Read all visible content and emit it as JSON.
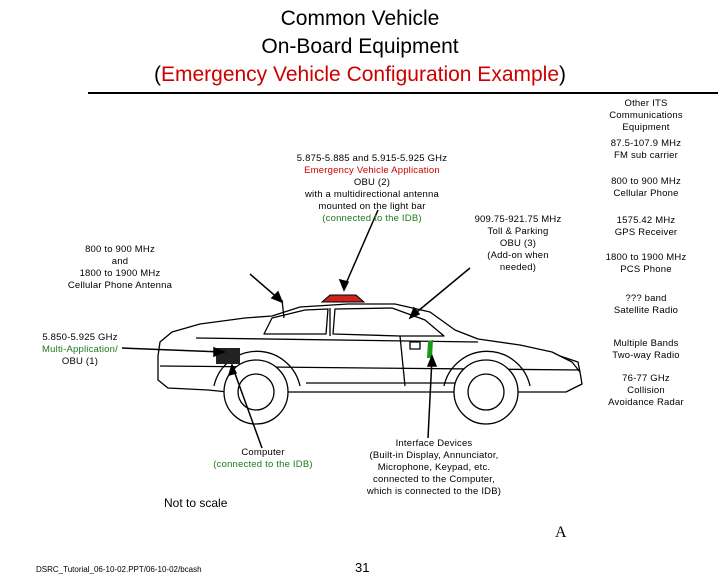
{
  "title": {
    "line1": "Common Vehicle",
    "line2": "On-Board Equipment",
    "line3_open": "(",
    "line3_red": "Emergency Vehicle Configuration Example",
    "line3_close": ")"
  },
  "center_labels": {
    "dsrc_freq": "5.875-5.885 and 5.915-5.925 GHz",
    "dsrc_app": "Emergency Vehicle Application",
    "dsrc_obu": "OBU (2)",
    "dsrc_desc1": "with a multidirectional antenna",
    "dsrc_desc2": "mounted on the light bar",
    "dsrc_conn": "(connected to the IDB)",
    "toll_freq": "909.75-921.75 MHz",
    "toll_name": "Toll & Parking",
    "toll_obu": "OBU (3)",
    "toll_addon1": "(Add-on when",
    "toll_addon2": "needed)"
  },
  "left_labels": {
    "cell_1": "800 to 900 MHz",
    "cell_2": "and",
    "cell_3": "1800 to 1900 MHz",
    "cell_4": "Cellular Phone Antenna",
    "multi_freq": "5.850-5.925 GHz",
    "multi_app": "Multi-Application/",
    "multi_obu": "OBU (1)"
  },
  "right_column": {
    "its_1": "Other ITS",
    "its_2": "Communications",
    "its_3": "Equipment",
    "fm_1": "87.5-107.9 MHz",
    "fm_2": "FM sub carrier",
    "cp_1": "800 to 900 MHz",
    "cp_2": "Cellular Phone",
    "gps_1": "1575.42 MHz",
    "gps_2": "GPS Receiver",
    "pcs_1": "1800 to 1900 MHz",
    "pcs_2": "PCS Phone",
    "sat_1": "??? band",
    "sat_2": "Satellite Radio",
    "radio_1": "Multiple Bands",
    "radio_2": "Two-way Radio",
    "radar_1": "76-77 GHz",
    "radar_2": "Collision",
    "radar_3": "Avoidance Radar"
  },
  "bottom_labels": {
    "computer_1": "Computer",
    "computer_2": "(connected  to  the IDB)",
    "iface_1": "Interface Devices",
    "iface_2": "(Built-in Display, Annunciator,",
    "iface_3": "Microphone, Keypad, etc.",
    "iface_4": "connected to the Computer,",
    "iface_5": "which is connected  to  the IDB)"
  },
  "note": "Not to scale",
  "mark": "A",
  "footer": "DSRC_Tutorial_06-10-02.PPT/06-10-02/bcash",
  "page_number": "31",
  "colors": {
    "accent_red": "#cc0000",
    "accent_green": "#1a7a1a",
    "lightbar": "#cc2222"
  }
}
